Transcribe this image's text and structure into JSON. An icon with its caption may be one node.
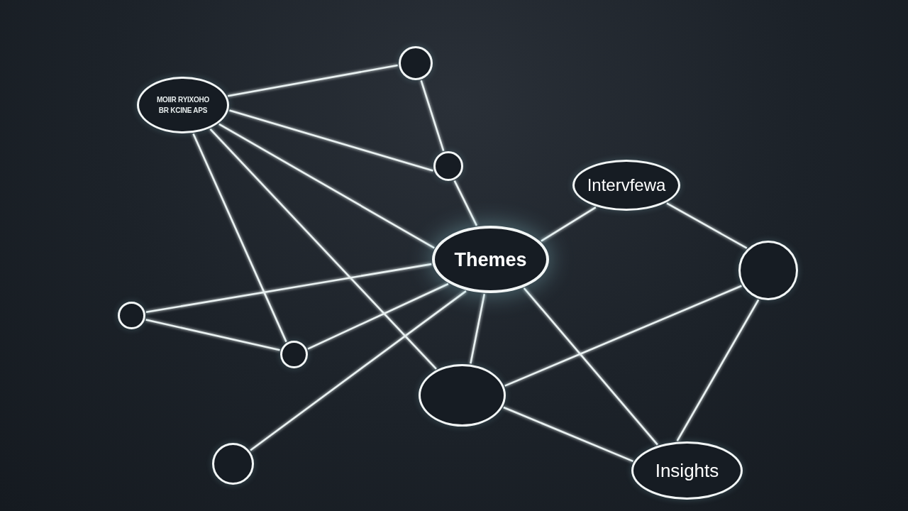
{
  "diagram": {
    "nodes": [
      {
        "text": [
          "MOIIR RYIXOHO BR KCINE APS"
        ]
      },
      {
        "text": [],
        "shape": "circle"
      },
      {
        "text": [],
        "shape": "circle"
      },
      {
        "text": [
          "Intervfewa"
        ]
      },
      {
        "text": [
          "Themes"
        ]
      },
      {
        "text": [],
        "shape": "circle"
      },
      {
        "text": [],
        "shape": "circle"
      },
      {
        "text": [],
        "shape": "circle"
      },
      {
        "text": [],
        "shape": "ellipse"
      },
      {
        "text": [],
        "shape": "circle"
      },
      {
        "text": [
          "Insights"
        ]
      }
    ],
    "edges": [
      {
        "from": 0,
        "to": 1,
        "arrow": "none"
      },
      {
        "from": 0,
        "to": 2,
        "arrow": "none"
      },
      {
        "from": 1,
        "to": 2,
        "arrow": "none"
      },
      {
        "from": 2,
        "to": 4,
        "arrow": "none"
      },
      {
        "from": 0,
        "to": 4,
        "arrow": "none"
      },
      {
        "from": 0,
        "to": 7,
        "arrow": "none"
      },
      {
        "from": 0,
        "to": 8,
        "arrow": "none"
      },
      {
        "from": 6,
        "to": 4,
        "arrow": "none"
      },
      {
        "from": 6,
        "to": 7,
        "arrow": "none"
      },
      {
        "from": 7,
        "to": 4,
        "arrow": "none"
      },
      {
        "from": 9,
        "to": 4,
        "arrow": "none"
      },
      {
        "from": 4,
        "to": 8,
        "arrow": "none"
      },
      {
        "from": 4,
        "to": 3,
        "arrow": "none"
      },
      {
        "from": 4,
        "to": 10,
        "arrow": "none"
      },
      {
        "from": 3,
        "to": 5,
        "arrow": "none"
      },
      {
        "from": 5,
        "to": 8,
        "arrow": "none"
      },
      {
        "from": 5,
        "to": 10,
        "arrow": "none"
      },
      {
        "from": 8,
        "to": 10,
        "arrow": "none"
      }
    ]
  }
}
